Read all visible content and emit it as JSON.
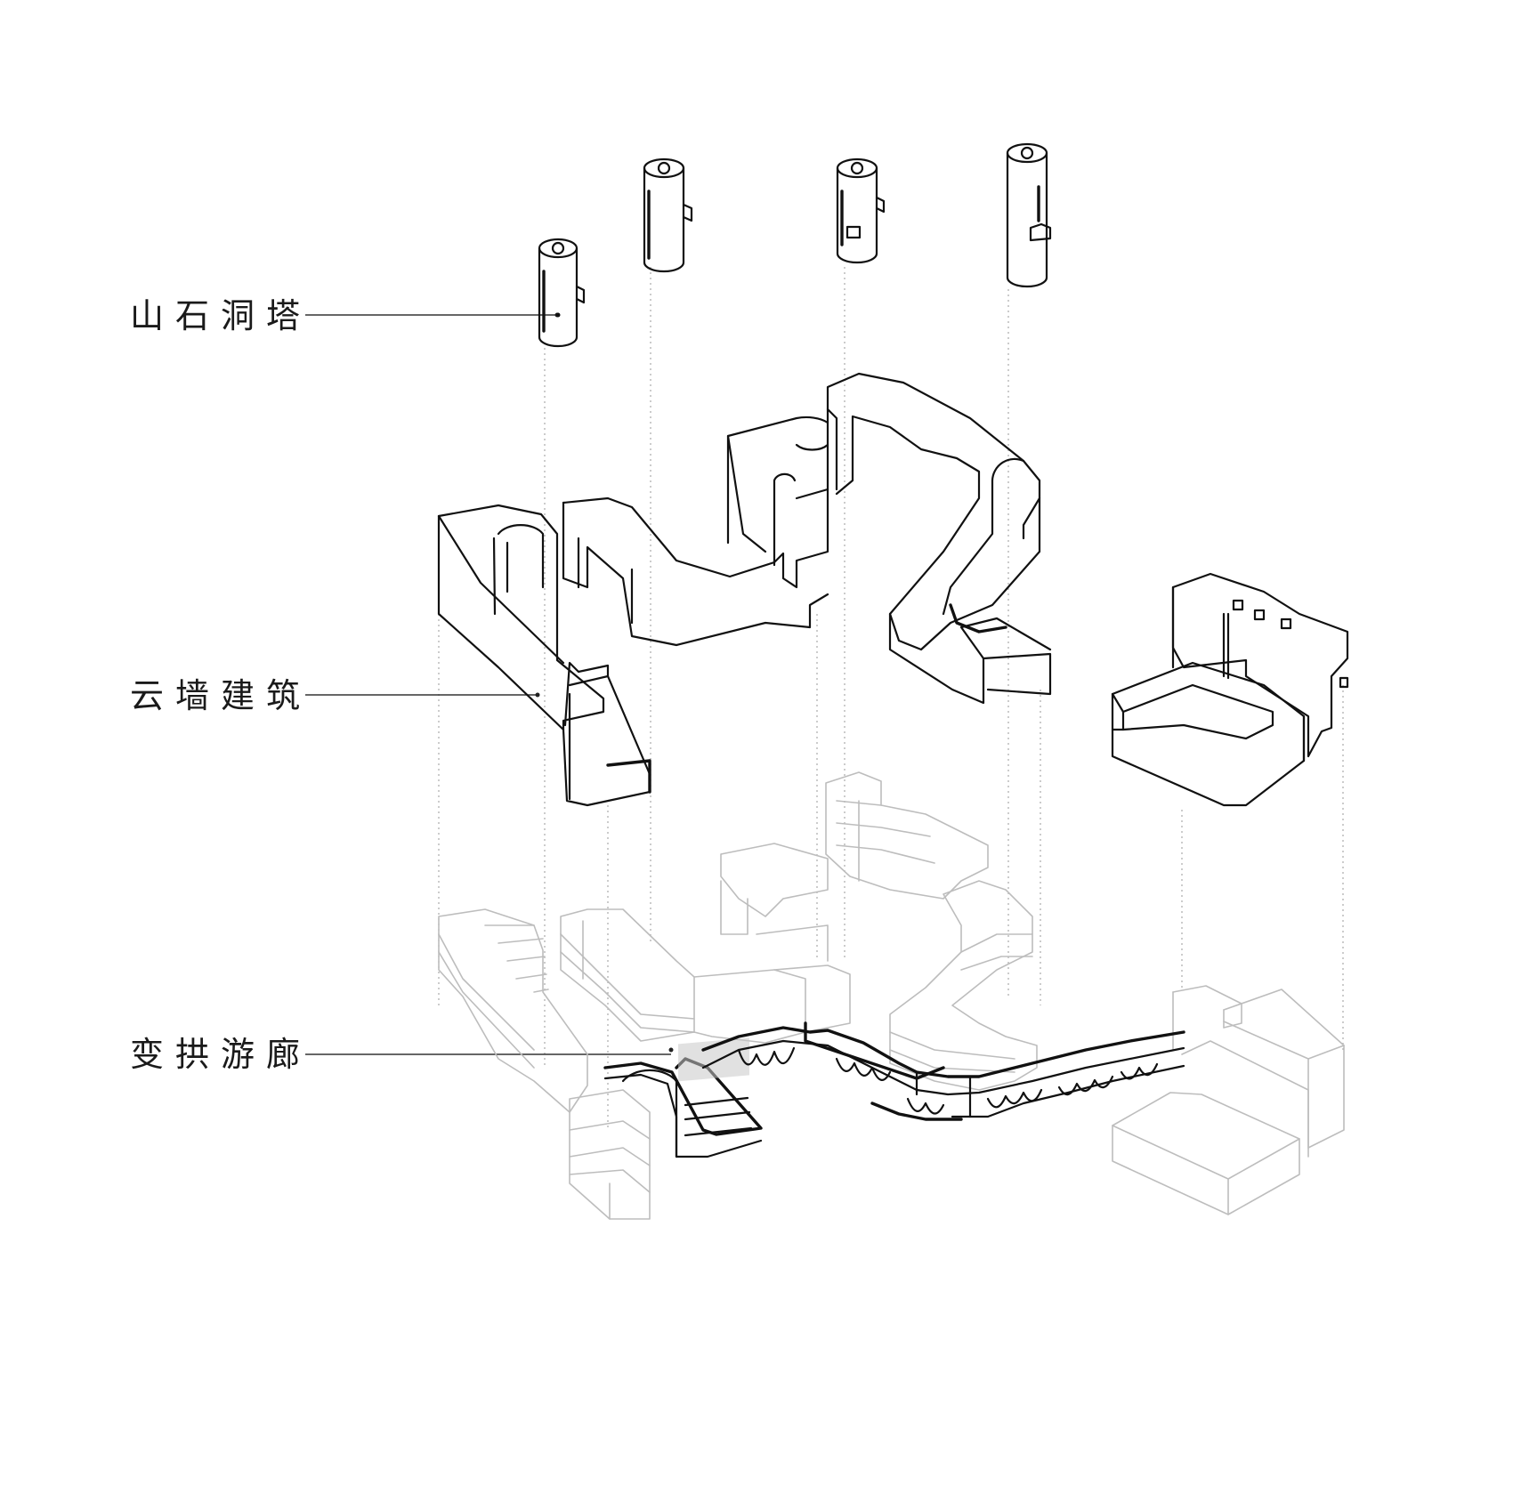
{
  "labels": {
    "towers": "山石洞塔",
    "cloud_wall": "云墙建筑",
    "arch_corridor": "变拱游廊"
  },
  "colors": {
    "line_dark": "#111111",
    "line_light": "#bdbdbd",
    "background": "#ffffff"
  }
}
